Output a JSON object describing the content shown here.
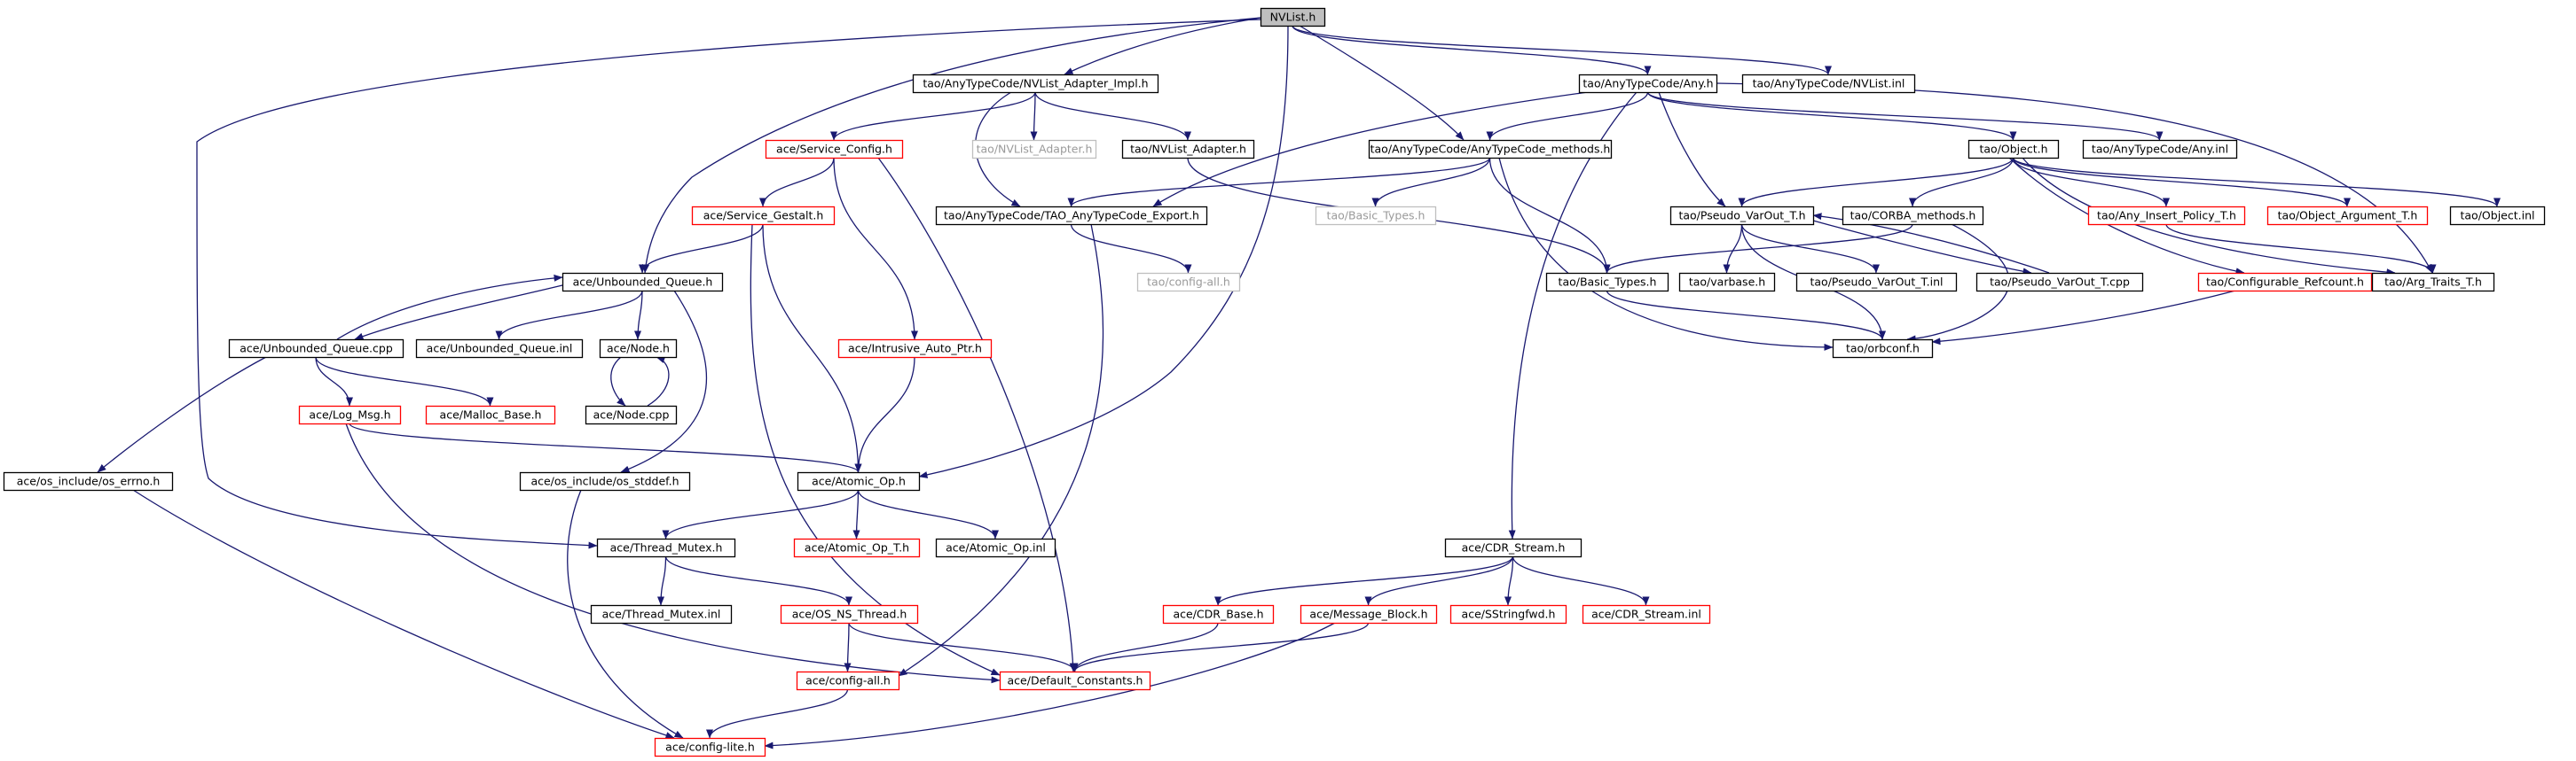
{
  "diagram": {
    "colors": {
      "edge": "#191970",
      "normal_border": "#000000",
      "truncated_border": "#ff0000",
      "external_border": "#bfbfbf",
      "root_fill": "#bfbfbf",
      "text_normal": "#000000",
      "text_external": "#9a9a9a"
    },
    "nodes": [
      {
        "id": "nvlist_h",
        "label": "NVList.h",
        "style": "root"
      },
      {
        "id": "adapter_impl",
        "label": "tao/AnyTypeCode/NVList_Adapter_Impl.h",
        "style": "normal"
      },
      {
        "id": "any_h",
        "label": "tao/AnyTypeCode/Any.h",
        "style": "normal"
      },
      {
        "id": "nvlist_inl",
        "label": "tao/AnyTypeCode/NVList.inl",
        "style": "normal"
      },
      {
        "id": "service_config",
        "label": "ace/Service_Config.h",
        "style": "truncated"
      },
      {
        "id": "tao_nvlist_adapter",
        "label": "tao/NVList_Adapter.h",
        "style": "external"
      },
      {
        "id": "nvlist_adapter",
        "label": "tao/NVList_Adapter.h",
        "style": "normal"
      },
      {
        "id": "atc_methods",
        "label": "tao/AnyTypeCode/AnyTypeCode_methods.h",
        "style": "normal"
      },
      {
        "id": "object_h",
        "label": "tao/Object.h",
        "style": "normal"
      },
      {
        "id": "any_inl",
        "label": "tao/AnyTypeCode/Any.inl",
        "style": "normal"
      },
      {
        "id": "service_gestalt",
        "label": "ace/Service_Gestalt.h",
        "style": "truncated"
      },
      {
        "id": "atc_export",
        "label": "tao/AnyTypeCode/TAO_AnyTypeCode_Export.h",
        "style": "normal"
      },
      {
        "id": "tao_basic_types_ext",
        "label": "tao/Basic_Types.h",
        "style": "external"
      },
      {
        "id": "pseudo_varout_h",
        "label": "tao/Pseudo_VarOut_T.h",
        "style": "normal"
      },
      {
        "id": "corba_methods",
        "label": "tao/CORBA_methods.h",
        "style": "normal"
      },
      {
        "id": "any_insert_policy",
        "label": "tao/Any_Insert_Policy_T.h",
        "style": "truncated"
      },
      {
        "id": "object_argument",
        "label": "tao/Object_Argument_T.h",
        "style": "truncated"
      },
      {
        "id": "object_inl",
        "label": "tao/Object.inl",
        "style": "normal"
      },
      {
        "id": "unbounded_queue_h",
        "label": "ace/Unbounded_Queue.h",
        "style": "normal"
      },
      {
        "id": "config_all_ext",
        "label": "tao/config-all.h",
        "style": "external"
      },
      {
        "id": "basic_types",
        "label": "tao/Basic_Types.h",
        "style": "normal"
      },
      {
        "id": "varbase",
        "label": "tao/varbase.h",
        "style": "normal"
      },
      {
        "id": "pseudo_varout_inl",
        "label": "tao/Pseudo_VarOut_T.inl",
        "style": "normal"
      },
      {
        "id": "pseudo_varout_cpp",
        "label": "tao/Pseudo_VarOut_T.cpp",
        "style": "normal"
      },
      {
        "id": "configurable_refcount",
        "label": "tao/Configurable_Refcount.h",
        "style": "truncated"
      },
      {
        "id": "arg_traits",
        "label": "tao/Arg_Traits_T.h",
        "style": "normal"
      },
      {
        "id": "unbounded_queue_cpp",
        "label": "ace/Unbounded_Queue.cpp",
        "style": "normal"
      },
      {
        "id": "unbounded_queue_inl",
        "label": "ace/Unbounded_Queue.inl",
        "style": "normal"
      },
      {
        "id": "node_h",
        "label": "ace/Node.h",
        "style": "normal"
      },
      {
        "id": "intrusive_auto_ptr",
        "label": "ace/Intrusive_Auto_Ptr.h",
        "style": "truncated"
      },
      {
        "id": "orbconf",
        "label": "tao/orbconf.h",
        "style": "normal"
      },
      {
        "id": "log_msg",
        "label": "ace/Log_Msg.h",
        "style": "truncated"
      },
      {
        "id": "malloc_base",
        "label": "ace/Malloc_Base.h",
        "style": "truncated"
      },
      {
        "id": "node_cpp",
        "label": "ace/Node.cpp",
        "style": "normal"
      },
      {
        "id": "os_errno",
        "label": "ace/os_include/os_errno.h",
        "style": "normal"
      },
      {
        "id": "os_stddef",
        "label": "ace/os_include/os_stddef.h",
        "style": "normal"
      },
      {
        "id": "atomic_op_h",
        "label": "ace/Atomic_Op.h",
        "style": "normal"
      },
      {
        "id": "thread_mutex_h",
        "label": "ace/Thread_Mutex.h",
        "style": "normal"
      },
      {
        "id": "atomic_op_t",
        "label": "ace/Atomic_Op_T.h",
        "style": "truncated"
      },
      {
        "id": "atomic_op_inl",
        "label": "ace/Atomic_Op.inl",
        "style": "normal"
      },
      {
        "id": "cdr_stream_h",
        "label": "ace/CDR_Stream.h",
        "style": "normal"
      },
      {
        "id": "thread_mutex_inl",
        "label": "ace/Thread_Mutex.inl",
        "style": "normal"
      },
      {
        "id": "os_ns_thread",
        "label": "ace/OS_NS_Thread.h",
        "style": "truncated"
      },
      {
        "id": "cdr_base",
        "label": "ace/CDR_Base.h",
        "style": "truncated"
      },
      {
        "id": "message_block",
        "label": "ace/Message_Block.h",
        "style": "truncated"
      },
      {
        "id": "sstringfwd",
        "label": "ace/SStringfwd.h",
        "style": "truncated"
      },
      {
        "id": "cdr_stream_inl",
        "label": "ace/CDR_Stream.inl",
        "style": "truncated"
      },
      {
        "id": "config_all",
        "label": "ace/config-all.h",
        "style": "truncated"
      },
      {
        "id": "default_constants",
        "label": "ace/Default_Constants.h",
        "style": "truncated"
      },
      {
        "id": "config_lite",
        "label": "ace/config-lite.h",
        "style": "truncated"
      }
    ],
    "edges": [
      [
        "nvlist_h",
        "adapter_impl"
      ],
      [
        "nvlist_h",
        "any_h"
      ],
      [
        "nvlist_h",
        "nvlist_inl"
      ],
      [
        "nvlist_h",
        "atc_methods"
      ],
      [
        "nvlist_h",
        "unbounded_queue_h"
      ],
      [
        "nvlist_h",
        "atomic_op_h"
      ],
      [
        "nvlist_h",
        "thread_mutex_h"
      ],
      [
        "adapter_impl",
        "service_config"
      ],
      [
        "adapter_impl",
        "tao_nvlist_adapter"
      ],
      [
        "adapter_impl",
        "nvlist_adapter"
      ],
      [
        "adapter_impl",
        "atc_export"
      ],
      [
        "any_h",
        "atc_methods"
      ],
      [
        "any_h",
        "object_h"
      ],
      [
        "any_h",
        "any_inl"
      ],
      [
        "any_h",
        "atc_export"
      ],
      [
        "any_h",
        "pseudo_varout_h"
      ],
      [
        "any_h",
        "arg_traits"
      ],
      [
        "any_h",
        "cdr_stream_h"
      ],
      [
        "service_config",
        "service_gestalt"
      ],
      [
        "service_config",
        "intrusive_auto_ptr"
      ],
      [
        "service_config",
        "default_constants"
      ],
      [
        "nvlist_adapter",
        "basic_types"
      ],
      [
        "atc_methods",
        "atc_export"
      ],
      [
        "atc_methods",
        "tao_basic_types_ext"
      ],
      [
        "atc_methods",
        "basic_types"
      ],
      [
        "atc_methods",
        "orbconf"
      ],
      [
        "object_h",
        "pseudo_varout_h"
      ],
      [
        "object_h",
        "corba_methods"
      ],
      [
        "object_h",
        "any_insert_policy"
      ],
      [
        "object_h",
        "object_argument"
      ],
      [
        "object_h",
        "object_inl"
      ],
      [
        "object_h",
        "configurable_refcount"
      ],
      [
        "object_h",
        "arg_traits"
      ],
      [
        "service_gestalt",
        "unbounded_queue_h"
      ],
      [
        "service_gestalt",
        "atomic_op_h"
      ],
      [
        "service_gestalt",
        "default_constants"
      ],
      [
        "atc_export",
        "config_all_ext"
      ],
      [
        "atc_export",
        "config_all"
      ],
      [
        "pseudo_varout_h",
        "varbase"
      ],
      [
        "pseudo_varout_h",
        "pseudo_varout_inl"
      ],
      [
        "pseudo_varout_h",
        "pseudo_varout_cpp"
      ],
      [
        "pseudo_varout_h",
        "orbconf"
      ],
      [
        "pseudo_varout_cpp",
        "pseudo_varout_h"
      ],
      [
        "corba_methods",
        "basic_types"
      ],
      [
        "corba_methods",
        "orbconf"
      ],
      [
        "any_insert_policy",
        "arg_traits"
      ],
      [
        "configurable_refcount",
        "orbconf"
      ],
      [
        "unbounded_queue_h",
        "unbounded_queue_cpp"
      ],
      [
        "unbounded_queue_h",
        "unbounded_queue_inl"
      ],
      [
        "unbounded_queue_h",
        "node_h"
      ],
      [
        "unbounded_queue_h",
        "os_stddef"
      ],
      [
        "unbounded_queue_cpp",
        "unbounded_queue_h"
      ],
      [
        "unbounded_queue_cpp",
        "log_msg"
      ],
      [
        "unbounded_queue_cpp",
        "malloc_base"
      ],
      [
        "unbounded_queue_cpp",
        "os_errno"
      ],
      [
        "node_h",
        "node_cpp"
      ],
      [
        "node_cpp",
        "node_h"
      ],
      [
        "intrusive_auto_ptr",
        "atomic_op_h"
      ],
      [
        "basic_types",
        "orbconf"
      ],
      [
        "log_msg",
        "atomic_op_h"
      ],
      [
        "log_msg",
        "default_constants"
      ],
      [
        "os_errno",
        "config_lite"
      ],
      [
        "os_stddef",
        "config_lite"
      ],
      [
        "atomic_op_h",
        "thread_mutex_h"
      ],
      [
        "atomic_op_h",
        "atomic_op_t"
      ],
      [
        "atomic_op_h",
        "atomic_op_inl"
      ],
      [
        "thread_mutex_h",
        "thread_mutex_inl"
      ],
      [
        "thread_mutex_h",
        "os_ns_thread"
      ],
      [
        "os_ns_thread",
        "config_all"
      ],
      [
        "os_ns_thread",
        "default_constants"
      ],
      [
        "cdr_stream_h",
        "cdr_base"
      ],
      [
        "cdr_stream_h",
        "message_block"
      ],
      [
        "cdr_stream_h",
        "sstringfwd"
      ],
      [
        "cdr_stream_h",
        "cdr_stream_inl"
      ],
      [
        "cdr_base",
        "default_constants"
      ],
      [
        "message_block",
        "default_constants"
      ],
      [
        "message_block",
        "config_lite"
      ],
      [
        "config_all",
        "config_lite"
      ]
    ]
  }
}
